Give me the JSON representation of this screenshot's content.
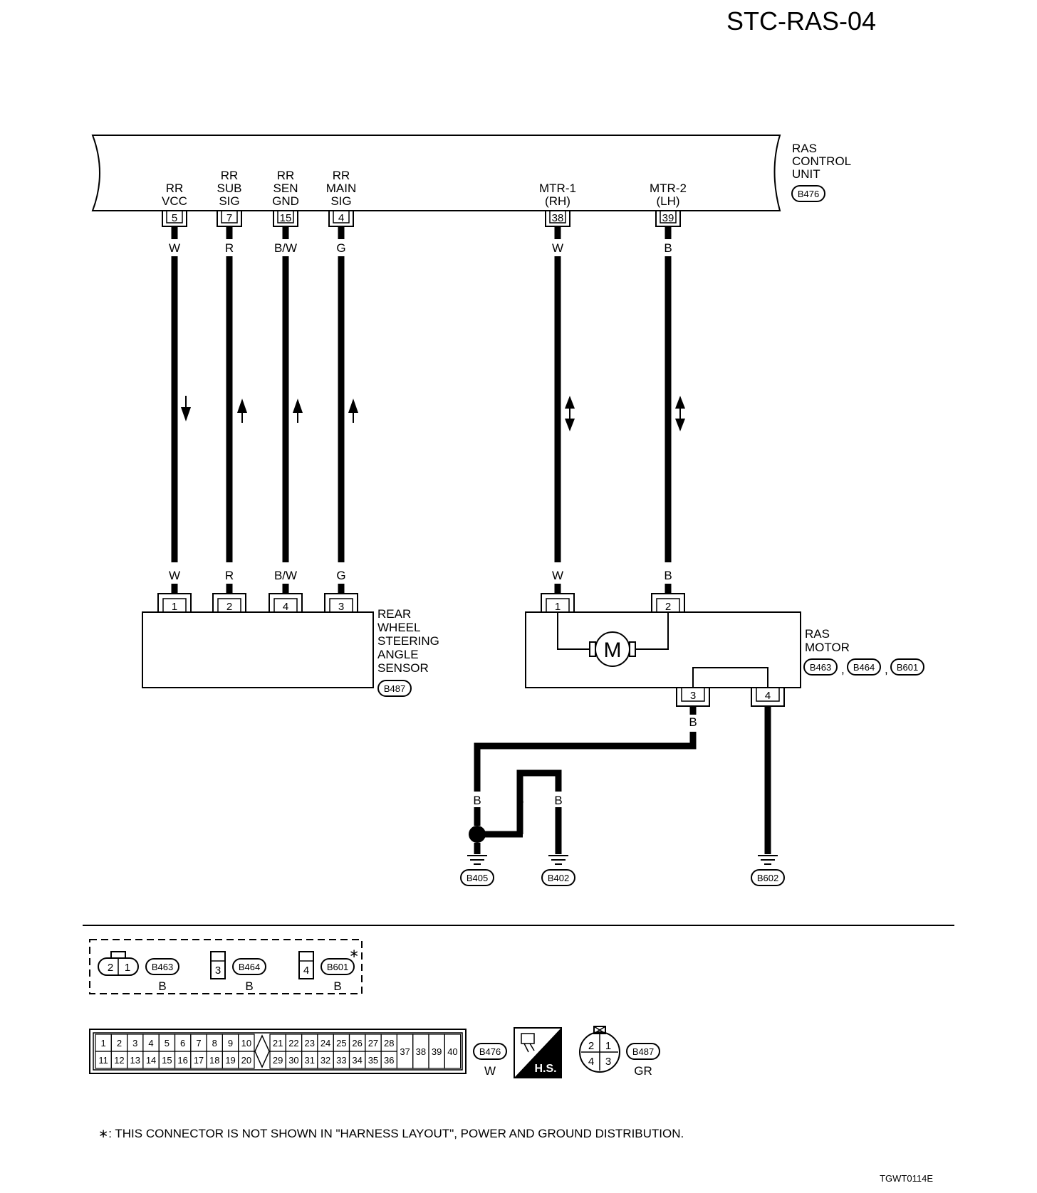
{
  "page": {
    "title": "STC-RAS-04",
    "figure_id": "TGWT0114E",
    "footnote": "∗: THIS CONNECTOR IS NOT SHOWN IN \"HARNESS LAYOUT\",  POWER AND GROUND DISTRIBUTION."
  },
  "control_unit": {
    "name_lines": [
      "RAS",
      "CONTROL",
      "UNIT"
    ],
    "connector": "B476",
    "terminals": [
      {
        "lines": [
          "RR",
          "VCC"
        ],
        "pin": "5",
        "wire": "W",
        "arrow": "down"
      },
      {
        "lines": [
          "RR",
          "SUB",
          "SIG"
        ],
        "pin": "7",
        "wire": "R",
        "arrow": "up"
      },
      {
        "lines": [
          "RR",
          "SEN",
          "GND"
        ],
        "pin": "15",
        "wire": "B/W",
        "arrow": "up"
      },
      {
        "lines": [
          "RR",
          "MAIN",
          "SIG"
        ],
        "pin": "4",
        "wire": "G",
        "arrow": "up"
      },
      {
        "lines": [
          "MTR-1",
          "(RH)"
        ],
        "pin": "38",
        "wire": "W",
        "arrow": "both"
      },
      {
        "lines": [
          "MTR-2",
          "(LH)"
        ],
        "pin": "39",
        "wire": "B",
        "arrow": "both"
      }
    ]
  },
  "sensor": {
    "name_lines": [
      "REAR",
      "WHEEL",
      "STEERING",
      "ANGLE",
      "SENSOR"
    ],
    "connector": "B487",
    "pins": [
      "1",
      "2",
      "4",
      "3"
    ],
    "wires": [
      "W",
      "R",
      "B/W",
      "G"
    ]
  },
  "motor": {
    "name_lines": [
      "RAS",
      "MOTOR"
    ],
    "connectors": [
      "B463",
      "B464",
      "B601"
    ],
    "separator": ",",
    "symbol": "M",
    "top_pins": [
      "1",
      "2"
    ],
    "top_wires": [
      "W",
      "B"
    ],
    "bottom_pins": [
      "3",
      "4"
    ],
    "bottom_wire": "B"
  },
  "grounds": {
    "wires": [
      "B",
      "B",
      "B"
    ],
    "connectors": [
      "B405",
      "B402",
      "B602"
    ]
  },
  "connector_views": {
    "dashed": [
      {
        "pins": [
          "2",
          "1"
        ],
        "code": "B463",
        "color": "B"
      },
      {
        "pins": [
          "3"
        ],
        "code": "B464",
        "color": "B"
      },
      {
        "pins": [
          "4"
        ],
        "code": "B601",
        "color": "B",
        "asterisk": "∗"
      }
    ],
    "ecu": {
      "top_left": [
        "1",
        "2",
        "3",
        "4",
        "5",
        "6",
        "7",
        "8",
        "9",
        "10"
      ],
      "bottom_left": [
        "11",
        "12",
        "13",
        "14",
        "15",
        "16",
        "17",
        "18",
        "19",
        "20"
      ],
      "top_right": [
        "21",
        "22",
        "23",
        "24",
        "25",
        "26",
        "27",
        "28"
      ],
      "bottom_right": [
        "29",
        "30",
        "31",
        "32",
        "33",
        "34",
        "35",
        "36"
      ],
      "single": [
        "37",
        "38",
        "39",
        "40"
      ],
      "code": "B476",
      "color": "W"
    },
    "hs_badge": "H.S.",
    "sensor_view": {
      "pins_top": [
        "2",
        "1"
      ],
      "pins_bottom": [
        "4",
        "3"
      ],
      "code": "B487",
      "color": "GR"
    }
  }
}
